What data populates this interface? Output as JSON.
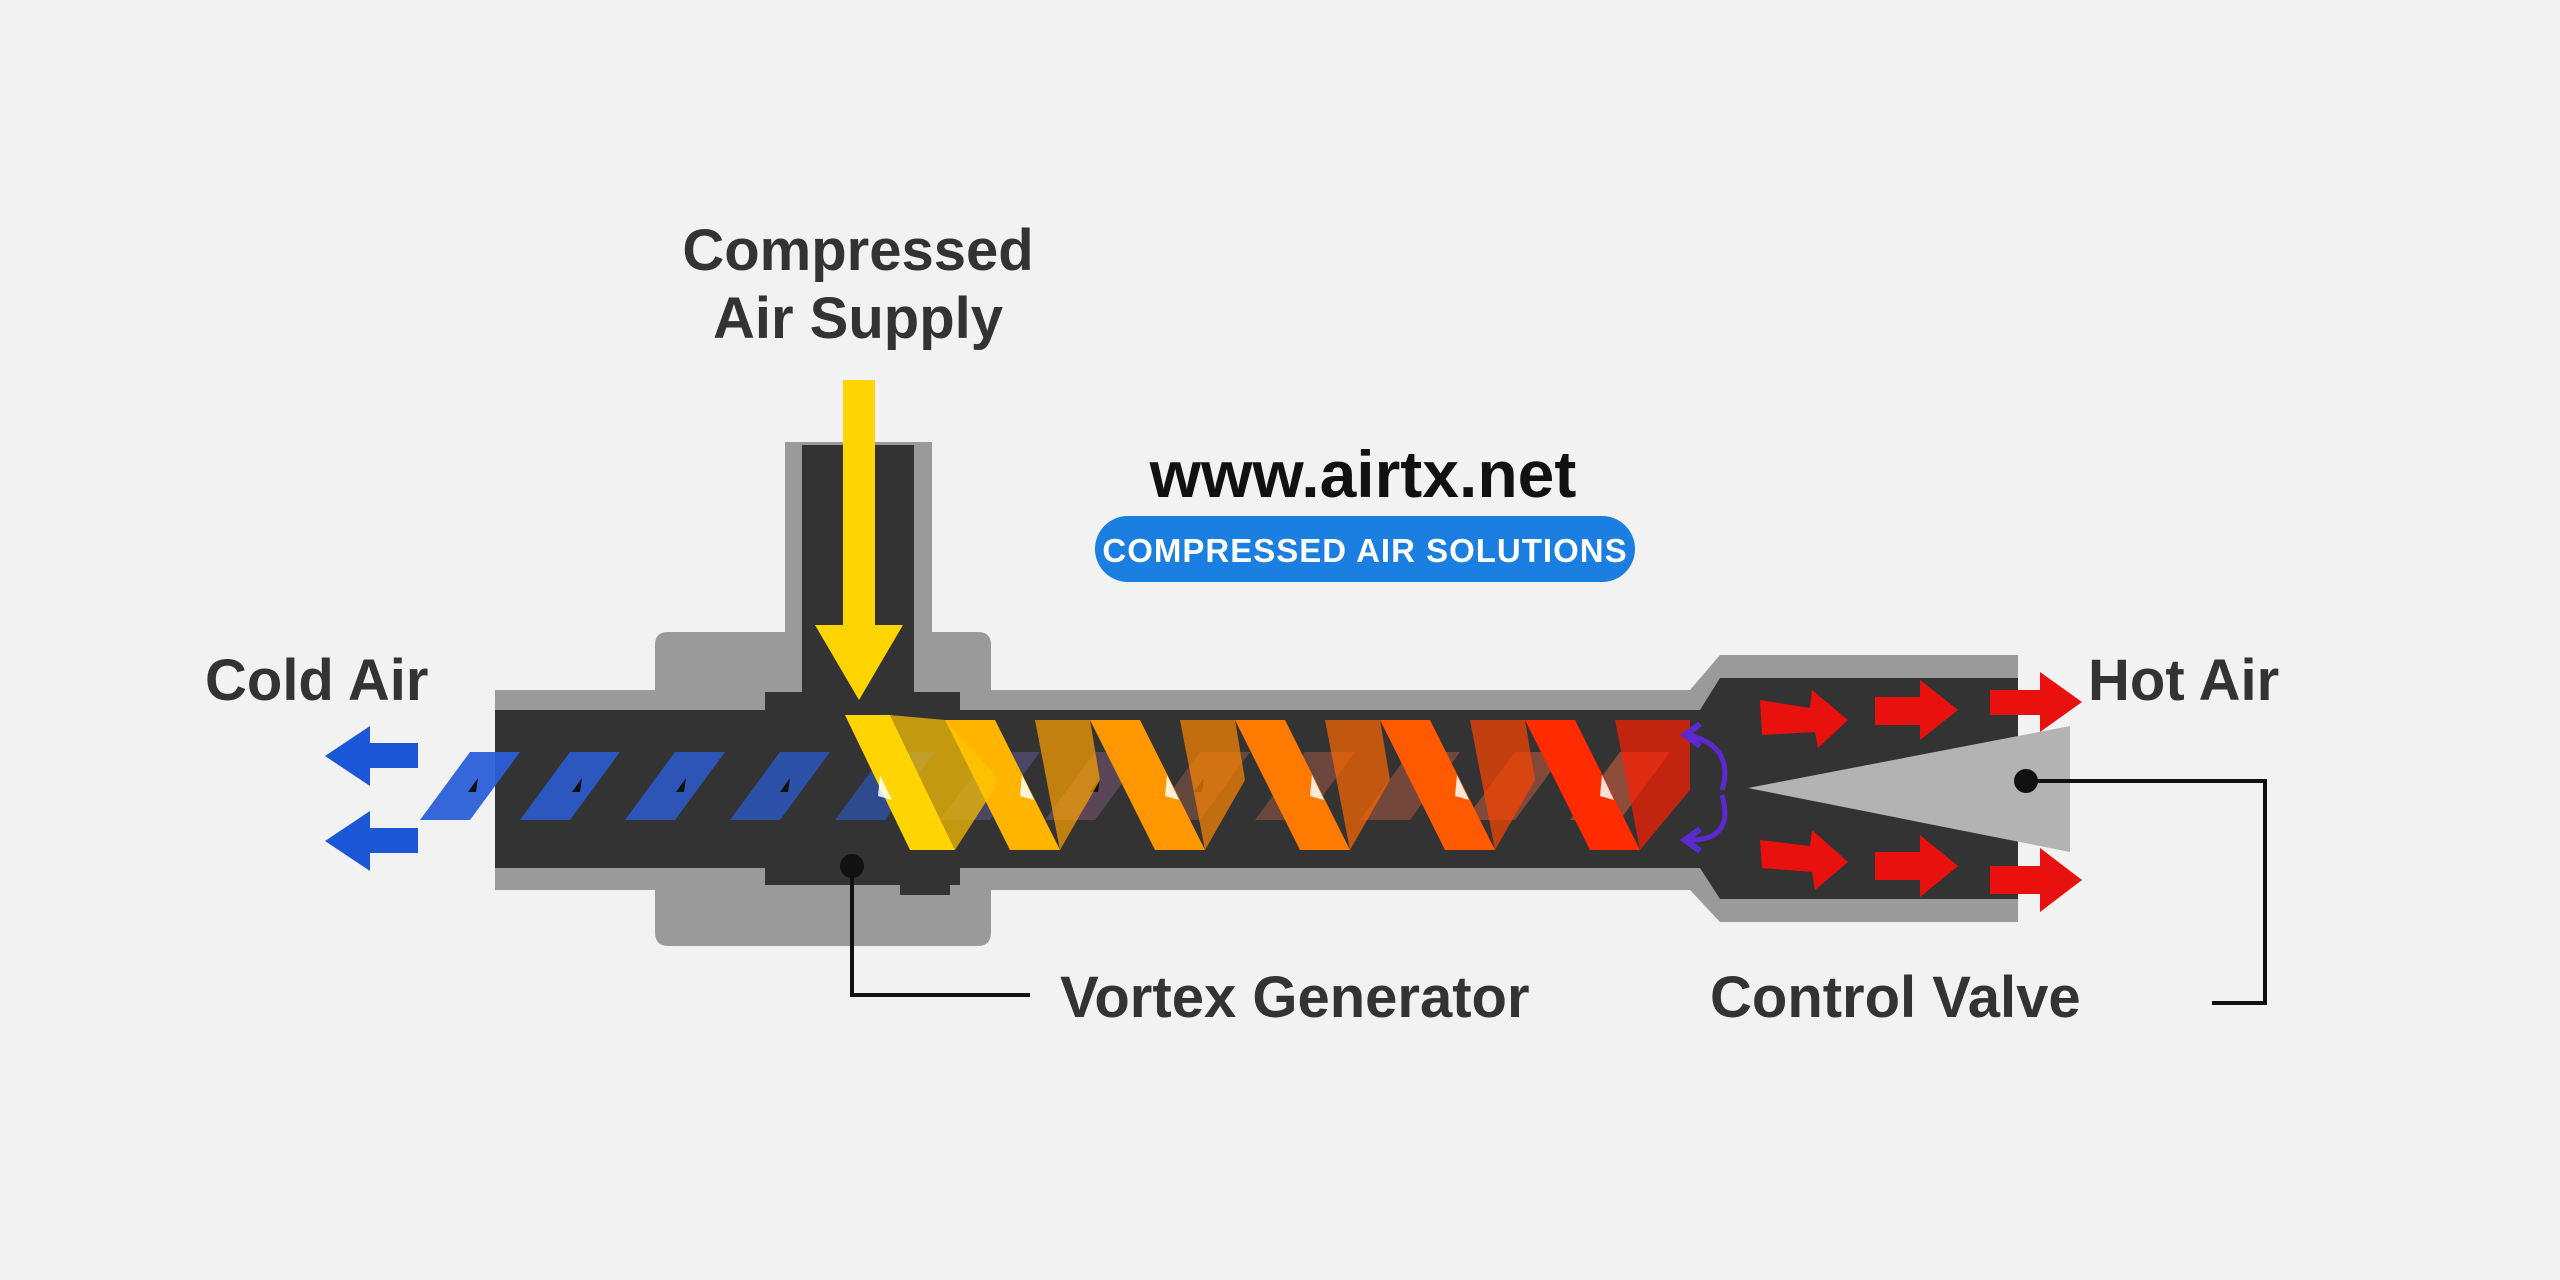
{
  "labels": {
    "supply_line1": "Compressed",
    "supply_line2": "Air Supply",
    "cold_air": "Cold Air",
    "hot_air": "Hot Air",
    "vortex_generator": "Vortex Generator",
    "control_valve": "Control Valve"
  },
  "brand": {
    "url": "www.airtx.net",
    "tagline": "COMPRESSED AIR SOLUTIONS"
  },
  "colors": {
    "background": "#f2f2f2",
    "body_outer": "#9a9a9a",
    "body_inner": "#333333",
    "supply_arrow": "#ffd400",
    "cold_air": "#1a56d6",
    "hot_air": "#e8110e",
    "brand_pill": "#1a7fe0",
    "valve": "#b3b3b3"
  },
  "icons": {
    "supply": "arrow-down-icon",
    "cold_outlet": "arrow-left-icon",
    "hot_outlet": "arrow-right-icon",
    "turnaround": "curved-arrow-icon"
  }
}
